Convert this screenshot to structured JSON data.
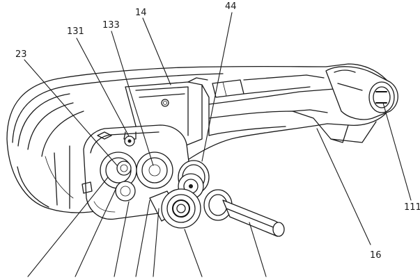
{
  "labels": {
    "l14": "14",
    "l44": "44",
    "l131": "131",
    "l133": "133",
    "l23": "23",
    "l111": "111",
    "l16": "16"
  }
}
